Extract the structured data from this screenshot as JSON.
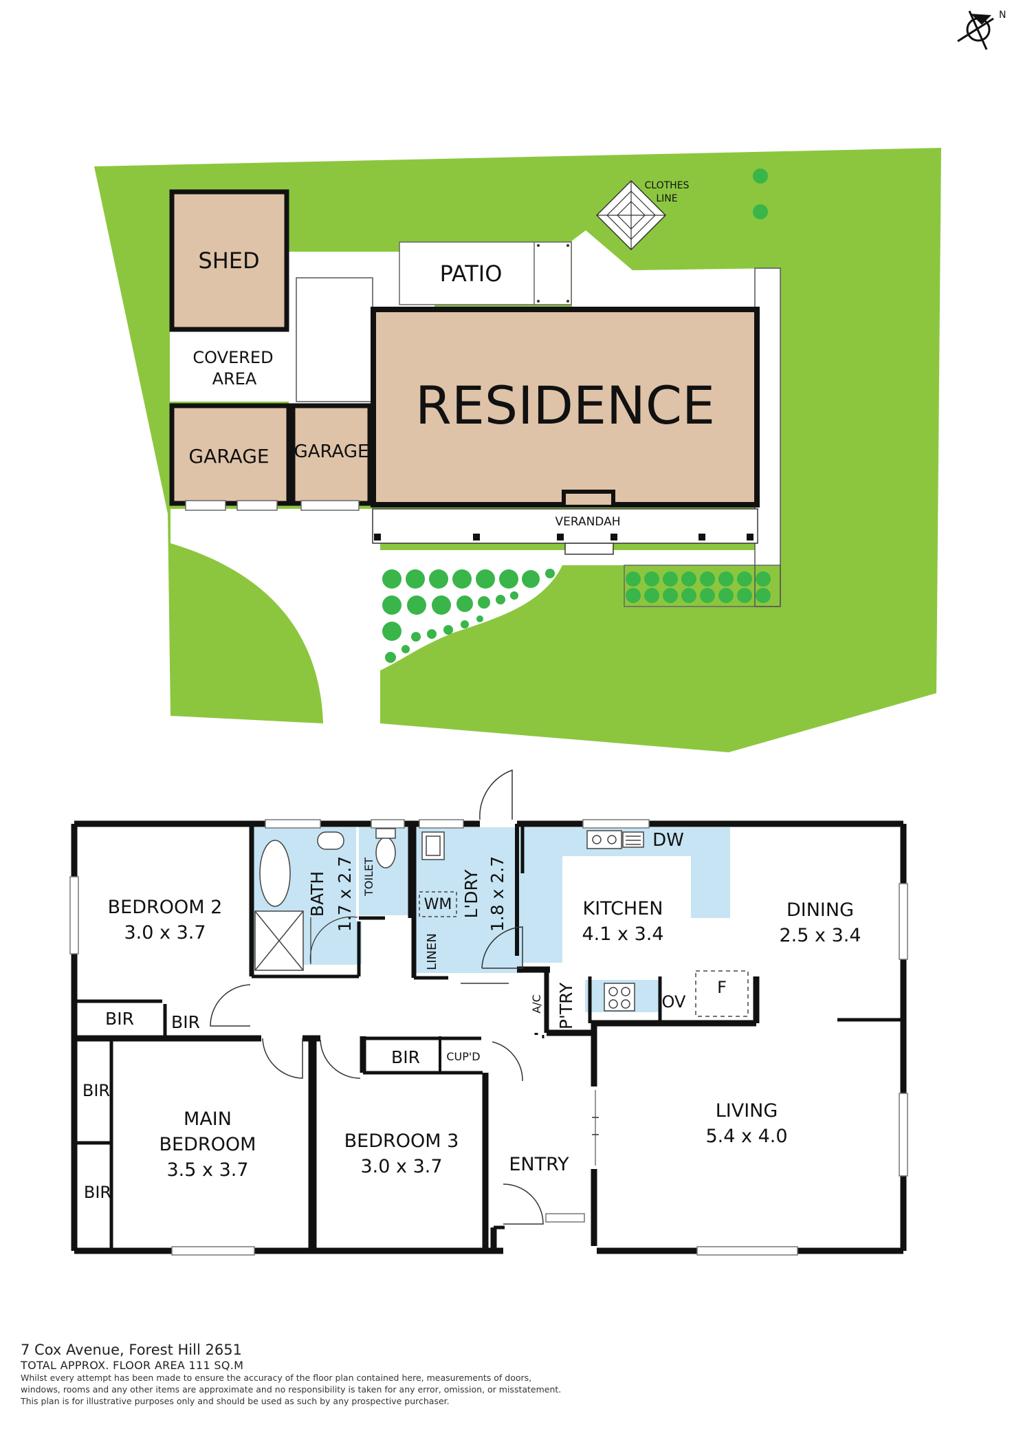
{
  "compass": {
    "north_label": "N"
  },
  "site": {
    "shed": "SHED",
    "covered_area": [
      "COVERED",
      "AREA"
    ],
    "garage_1": "GARAGE",
    "garage_2": "GARAGE",
    "patio": "PATIO",
    "residence": "RESIDENCE",
    "verandah": "VERANDAH",
    "clothes_line": [
      "CLOTHES",
      "LINE"
    ]
  },
  "rooms": {
    "bedroom2": {
      "name": "BEDROOM 2",
      "dims": "3.0 x 3.7"
    },
    "bath": {
      "name": "BATH",
      "dims": "1.7 x 2.7"
    },
    "toilet": "TOILET",
    "laundry": {
      "name": "L'DRY",
      "dims": "1.8 x 2.7"
    },
    "wm": "WM",
    "linen": "LINEN",
    "kitchen": {
      "name": "KITCHEN",
      "dims": "4.1 x 3.4"
    },
    "dw": "DW",
    "dining": {
      "name": "DINING",
      "dims": "2.5 x 3.4"
    },
    "ac": "A/C",
    "pantry": "P'TRY",
    "ov": "OV",
    "f": "F",
    "bir_a": "BIR",
    "bir_b": "BIR",
    "bir_c": "BIR",
    "bir_d": "BIR",
    "bir_e": "BIR",
    "cupd": "CUP'D",
    "main_bedroom": {
      "name": [
        "MAIN",
        "BEDROOM"
      ],
      "dims": "3.5 x 3.7"
    },
    "bedroom3": {
      "name": "BEDROOM 3",
      "dims": "3.0 x 3.7"
    },
    "entry": "ENTRY",
    "living": {
      "name": "LIVING",
      "dims": "5.4 x 4.0"
    }
  },
  "footer": {
    "address": "7 Cox Avenue, Forest Hill 2651",
    "total_area": "TOTAL APPROX. FLOOR AREA 111 SQ.M",
    "disclaimer": [
      "Whilst every attempt has been made to ensure the accuracy of the floor plan contained here, measurements of doors,",
      "windows, rooms and any other items are approximate and no responsibility is taken for any error, omission, or misstatement.",
      "This plan is for illustrative purposes only and should be used as such by any prospective purchaser."
    ]
  },
  "colors": {
    "lawn": "#8cc63f",
    "building": "#dfc3a8",
    "wet_area": "#c6e4f3",
    "wall": "#111111",
    "shrub": "#39b54a"
  }
}
